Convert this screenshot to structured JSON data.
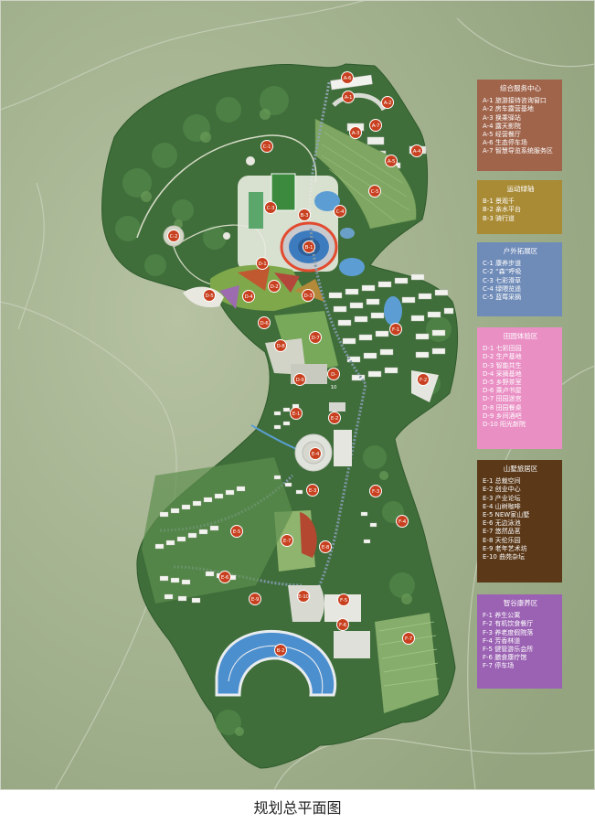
{
  "caption": "规划总平面图",
  "colors": {
    "legend_a": "#a0644b",
    "legend_b": "#a98a35",
    "legend_c": "#6f8bb8",
    "legend_d": "#e98fc4",
    "legend_e": "#5a3818",
    "legend_f": "#9b62b3",
    "marker": "#c8401f"
  },
  "legend": [
    {
      "title": "综合服务中心",
      "items": [
        "A-1 旅游接待咨询窗口",
        "A-2 房车露营基地",
        "A-3 换乘驿站",
        "A-4 露天影院",
        "A-5 经营餐厅",
        "A-6 生态停车场",
        "A-7 智慧导览系统服务区"
      ]
    },
    {
      "title": "运动绿轴",
      "items": [
        "B-1 景观千",
        "B-2 亲水平台",
        "B-3 骑行道"
      ]
    },
    {
      "title": "户外拓展区",
      "items": [
        "C-1 康养步道",
        "C-2 “森”呼吸",
        "C-3 七彩滑草",
        "C-4 绿隈览遥",
        "C-5 蓝莓采摘"
      ]
    },
    {
      "title": "田园体验区",
      "items": [
        "D-1 七彩田园",
        "D-2 生产基地",
        "D-3 智能共生",
        "D-4 采摘基地",
        "D-5 乡野茶室",
        "D-6 乘卢书屋",
        "D-7 田园迷宫",
        "D-8 田园餐桌",
        "D-9 乡间酒吧",
        "D-10 阳光新院"
      ]
    },
    {
      "title": "山墅旅居区",
      "items": [
        "E-1 总裁空间",
        "E-2 创业中心",
        "E-3 产业论坛",
        "E-4 山树咖啡",
        "E-5 NEW家山墅",
        "E-6 无边泳池",
        "E-7 悠然品茗",
        "E-8 天伦乐园",
        "E-9 老年艺术坊",
        "E-10 曲苑杂坛"
      ]
    },
    {
      "title": "智谷康养区",
      "items": [
        "F-1 养生公寓",
        "F-2 有机饮食餐厅",
        "F-3 养老度假院落",
        "F-4 芳香林道",
        "F-5 健管游乐会所",
        "F-6 膳食康疗馆",
        "F-7 停车场"
      ]
    }
  ],
  "markers": [
    "A-1",
    "A-2",
    "A-3",
    "A-4",
    "A-5",
    "A-6",
    "A-7",
    "B-1",
    "B-2",
    "B-3",
    "C-1",
    "C-2",
    "C-3",
    "C-4",
    "C-5",
    "D-1",
    "D-2",
    "D-3",
    "D-4",
    "D-5",
    "D-6",
    "D-7",
    "D-8",
    "D-9",
    "D-10",
    "E-1",
    "E-2",
    "E-3",
    "E-4",
    "E-5",
    "E-6",
    "E-7",
    "E-8",
    "E-9",
    "E-10",
    "F-1",
    "F-2",
    "F-3",
    "F-4",
    "F-5",
    "F-6",
    "F-7"
  ]
}
